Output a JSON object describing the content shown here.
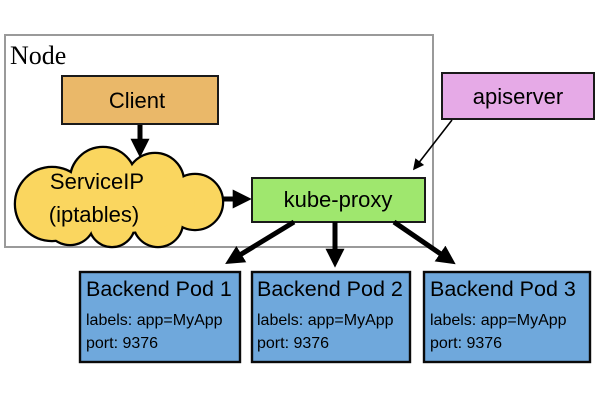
{
  "colors": {
    "client_fill": "#EAB869",
    "cloud_fill": "#FAD65F",
    "kube_proxy_fill": "#9FE76E",
    "apiserver_fill": "#E6AAE7",
    "pod_fill": "#6FA8DC",
    "node_border": "#9A9A9A",
    "arrow": "#000000"
  },
  "node": {
    "label": "Node"
  },
  "client": {
    "label": "Client"
  },
  "service_ip": {
    "line1": "ServiceIP",
    "line2": "(iptables)"
  },
  "kube_proxy": {
    "label": "kube-proxy"
  },
  "apiserver": {
    "label": "apiserver"
  },
  "pods": [
    {
      "title": "Backend Pod 1",
      "labels": "labels: app=MyApp",
      "port": "port: 9376"
    },
    {
      "title": "Backend Pod 2",
      "labels": "labels: app=MyApp",
      "port": "port: 9376"
    },
    {
      "title": "Backend Pod 3",
      "labels": "labels: app=MyApp",
      "port": "port: 9376"
    }
  ]
}
